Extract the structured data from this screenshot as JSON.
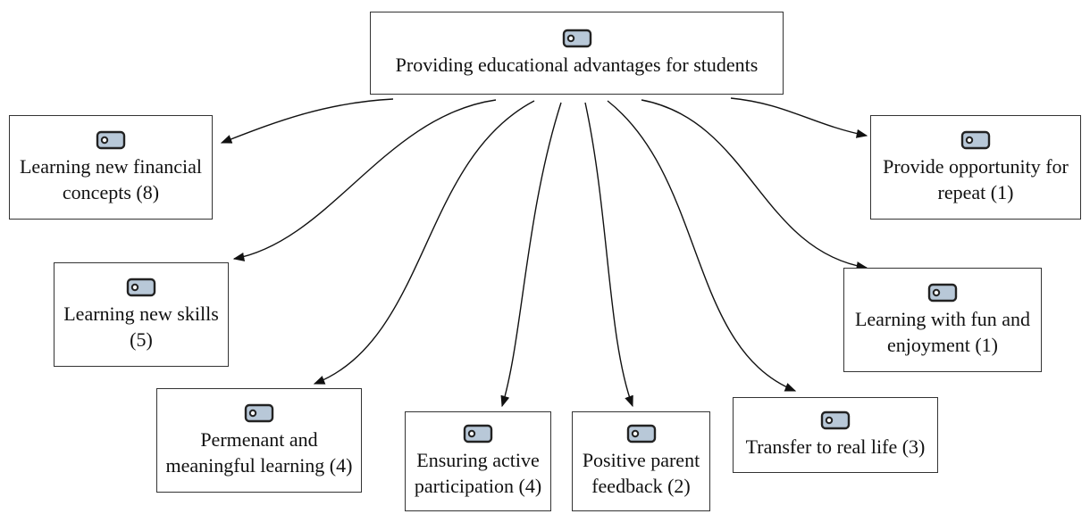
{
  "root": {
    "label": "Providing educational advantages for students"
  },
  "nodes": [
    {
      "id": "financial",
      "label": "Learning new financial\nconcepts (8)"
    },
    {
      "id": "skills",
      "label": "Learning new skills\n(5)"
    },
    {
      "id": "permanent",
      "label": "Permenant and\nmeaningful learning (4)"
    },
    {
      "id": "active",
      "label": "Ensuring active\nparticipation (4)"
    },
    {
      "id": "parent",
      "label": "Positive parent\nfeedback (2)"
    },
    {
      "id": "transfer",
      "label": "Transfer to real life (3)"
    },
    {
      "id": "fun",
      "label": "Learning with fun and\nenjoyment (1)"
    },
    {
      "id": "repeat",
      "label": "Provide opportunity for\nrepeat (1)"
    }
  ],
  "icons": {
    "code_tag": "code-tag-icon"
  },
  "colors": {
    "tag_fill": "#b8c8d8",
    "tag_stroke": "#222222",
    "line": "#111111"
  }
}
